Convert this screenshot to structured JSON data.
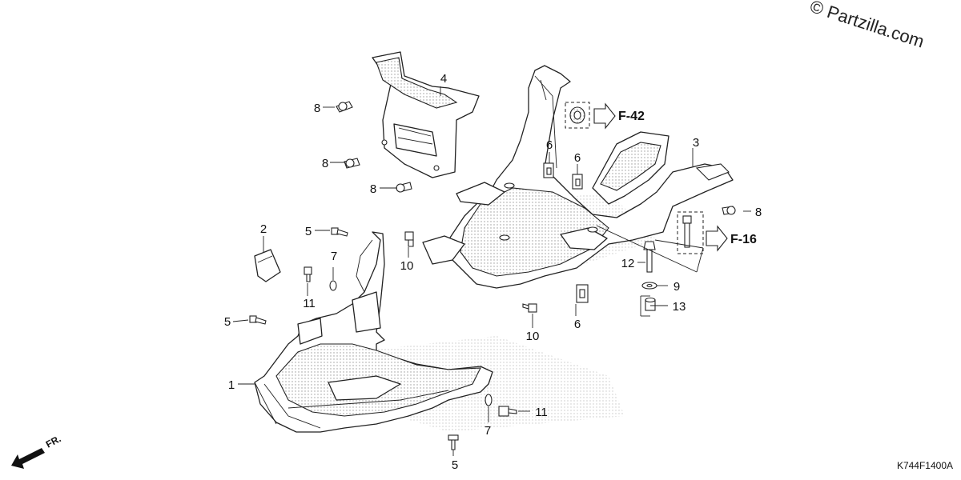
{
  "watermark": "© Partzilla.com",
  "diagram_code": "K744F1400A",
  "front_arrow_label": "FR.",
  "reference_labels": {
    "f42": "F-42",
    "f16": "F-16"
  },
  "callouts": {
    "c1": "1",
    "c2": "2",
    "c3": "3",
    "c4": "4",
    "c5a": "5",
    "c5b": "5",
    "c5c": "5",
    "c6a": "6",
    "c6b": "6",
    "c6c": "6",
    "c7a": "7",
    "c7b": "7",
    "c8a": "8",
    "c8b": "8",
    "c8c": "8",
    "c8d": "8",
    "c9": "9",
    "c10a": "10",
    "c10b": "10",
    "c11a": "11",
    "c11b": "11",
    "c12": "12",
    "c13": "13"
  }
}
